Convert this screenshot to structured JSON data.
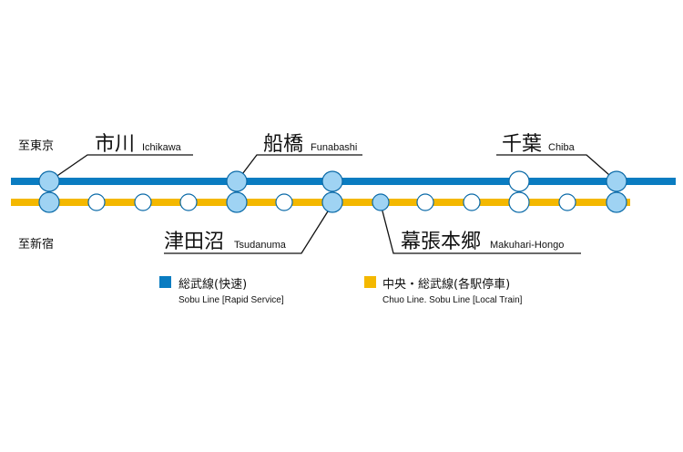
{
  "colors": {
    "rapid": "#0a7cc1",
    "local": "#f4b800",
    "major_station_fill": "#9fd3f3",
    "minor_station_fill": "#ffffff",
    "station_stroke": "#0a6aa8",
    "leader": "#111111"
  },
  "directions": {
    "upper": "至東京",
    "lower": "至新宿"
  },
  "stations": [
    {
      "id": "ichikawa",
      "kanji": "市川",
      "romaji": "Ichikawa",
      "major": true,
      "rapid_stop": true
    },
    {
      "id": "local-1",
      "kanji": "",
      "romaji": "",
      "major": false,
      "rapid_stop": false
    },
    {
      "id": "local-2",
      "kanji": "",
      "romaji": "",
      "major": false,
      "rapid_stop": false
    },
    {
      "id": "local-3",
      "kanji": "",
      "romaji": "",
      "major": false,
      "rapid_stop": false
    },
    {
      "id": "funabashi",
      "kanji": "船橋",
      "romaji": "Funabashi",
      "major": true,
      "rapid_stop": true
    },
    {
      "id": "local-4",
      "kanji": "",
      "romaji": "",
      "major": false,
      "rapid_stop": false
    },
    {
      "id": "tsudanuma",
      "kanji": "津田沼",
      "romaji": "Tsudanuma",
      "major": true,
      "rapid_stop": true
    },
    {
      "id": "makuhari-hongo",
      "kanji": "幕張本郷",
      "romaji": "Makuhari-Hongo",
      "major": true,
      "rapid_stop": false
    },
    {
      "id": "local-5",
      "kanji": "",
      "romaji": "",
      "major": false,
      "rapid_stop": false
    },
    {
      "id": "local-6",
      "kanji": "",
      "romaji": "",
      "major": false,
      "rapid_stop": false
    },
    {
      "id": "local-7",
      "kanji": "",
      "romaji": "",
      "major": false,
      "rapid_stop": false,
      "rapid_stop_minor": true
    },
    {
      "id": "local-8",
      "kanji": "",
      "romaji": "",
      "major": false,
      "rapid_stop": false
    },
    {
      "id": "chiba",
      "kanji": "千葉",
      "romaji": "Chiba",
      "major": true,
      "rapid_stop": true
    }
  ],
  "legend": {
    "rapid": {
      "jp": "総武線(快速)",
      "en": "Sobu Line [Rapid Service]"
    },
    "local": {
      "jp": "中央・総武線(各駅停車)",
      "en": "Chuo Line. Sobu Line [Local Train]"
    }
  }
}
